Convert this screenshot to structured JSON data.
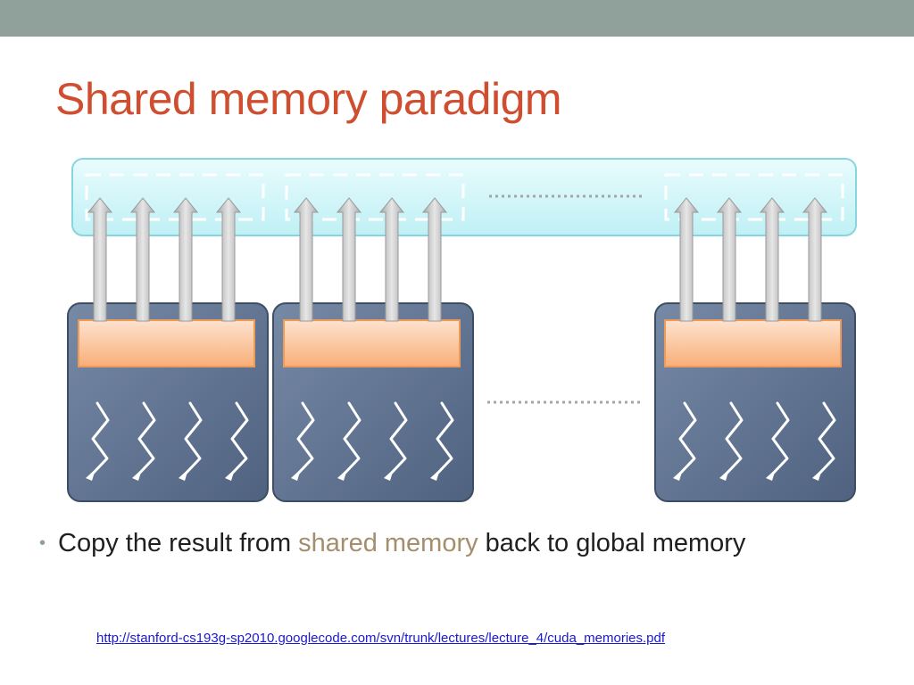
{
  "slide": {
    "title": "Shared memory paradigm",
    "bullet": {
      "text_before": "Copy the result from ",
      "highlight": "shared memory",
      "text_after": " back to global memory"
    },
    "source_link": "http://stanford-cs193g-sp2010.googlecode.com/svn/trunk/lectures/lecture_4/cuda_memories.pdf"
  },
  "diagram": {
    "block_count_shown": 3,
    "threads_per_block": 4,
    "ellipsis": "………………"
  },
  "colors": {
    "top_band": "#8fa19a",
    "title": "#cf4e30",
    "highlight": "#a48e6b",
    "link": "#1a1acc",
    "global_memory_fill": "#cdf5f8",
    "global_memory_border": "#86d6de",
    "block_fill": "#5d718e",
    "shared_memory_fill": "#fbb98a",
    "shared_memory_border": "#ee9a58",
    "thread_stroke": "#ffffff",
    "arrow_fill": "#c6c6c6"
  },
  "icons": {
    "bullet": "bullet-dot-icon",
    "thread": "wavy-thread-arrow-icon",
    "transfer": "upward-arrow-icon"
  }
}
